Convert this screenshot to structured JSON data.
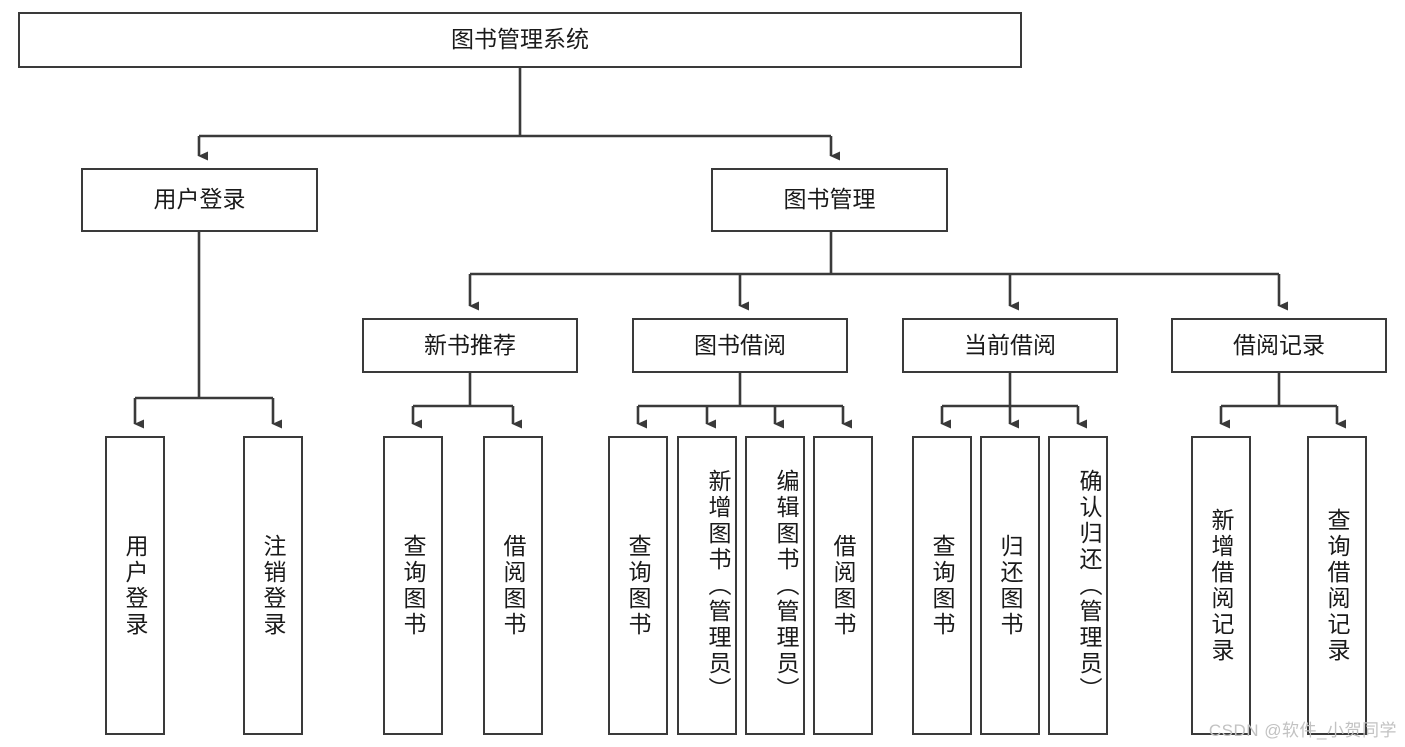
{
  "diagram": {
    "title": "图书管理系统",
    "type": "hierarchy-tree",
    "levels": 4,
    "colors": {
      "box_border": "#3a3a3a",
      "box_fill": "#ffffff",
      "connector": "#3a3a3a",
      "text": "#1a1a1a",
      "watermark": "#c2c2c2"
    },
    "root": {
      "id": "root",
      "label": "图书管理系统",
      "orientation": "horizontal"
    },
    "level2": [
      {
        "id": "user-login",
        "label": "用户登录",
        "orientation": "horizontal"
      },
      {
        "id": "book-manage",
        "label": "图书管理",
        "orientation": "horizontal"
      }
    ],
    "level3": [
      {
        "id": "new-book-recommend",
        "label": "新书推荐",
        "orientation": "horizontal",
        "parent": "book-manage"
      },
      {
        "id": "book-borrow",
        "label": "图书借阅",
        "orientation": "horizontal",
        "parent": "book-manage"
      },
      {
        "id": "current-borrow",
        "label": "当前借阅",
        "orientation": "horizontal",
        "parent": "book-manage"
      },
      {
        "id": "borrow-record",
        "label": "借阅记录",
        "orientation": "horizontal",
        "parent": "book-manage"
      }
    ],
    "leaves": [
      {
        "id": "leaf-user-login",
        "label": "用户登录",
        "parent": "user-login",
        "align": "center"
      },
      {
        "id": "leaf-logout-login",
        "label": "注销登录",
        "parent": "user-login",
        "align": "center"
      },
      {
        "id": "leaf-query-book-1",
        "label": "查询图书",
        "parent": "new-book-recommend",
        "align": "center"
      },
      {
        "id": "leaf-borrow-book-1",
        "label": "借阅图书",
        "parent": "new-book-recommend",
        "align": "center"
      },
      {
        "id": "leaf-query-book-2",
        "label": "查询图书",
        "parent": "book-borrow",
        "align": "center"
      },
      {
        "id": "leaf-add-book-admin",
        "label": "新增图书（管理员）",
        "parent": "book-borrow",
        "align": "top"
      },
      {
        "id": "leaf-edit-book-admin",
        "label": "编辑图书（管理员）",
        "parent": "book-borrow",
        "align": "top"
      },
      {
        "id": "leaf-borrow-book-2",
        "label": "借阅图书",
        "parent": "book-borrow",
        "align": "center"
      },
      {
        "id": "leaf-query-book-3",
        "label": "查询图书",
        "parent": "current-borrow",
        "align": "center"
      },
      {
        "id": "leaf-return-book",
        "label": "归还图书",
        "parent": "current-borrow",
        "align": "center"
      },
      {
        "id": "leaf-confirm-return-admin",
        "label": "确认归还（管理员）",
        "parent": "current-borrow",
        "align": "top"
      },
      {
        "id": "leaf-add-borrow-record",
        "label": "新增借阅记录",
        "parent": "borrow-record",
        "align": "center"
      },
      {
        "id": "leaf-query-borrow-record",
        "label": "查询借阅记录",
        "parent": "borrow-record",
        "align": "center"
      }
    ]
  },
  "watermark": {
    "text": "CSDN @软件_小贺同学"
  }
}
